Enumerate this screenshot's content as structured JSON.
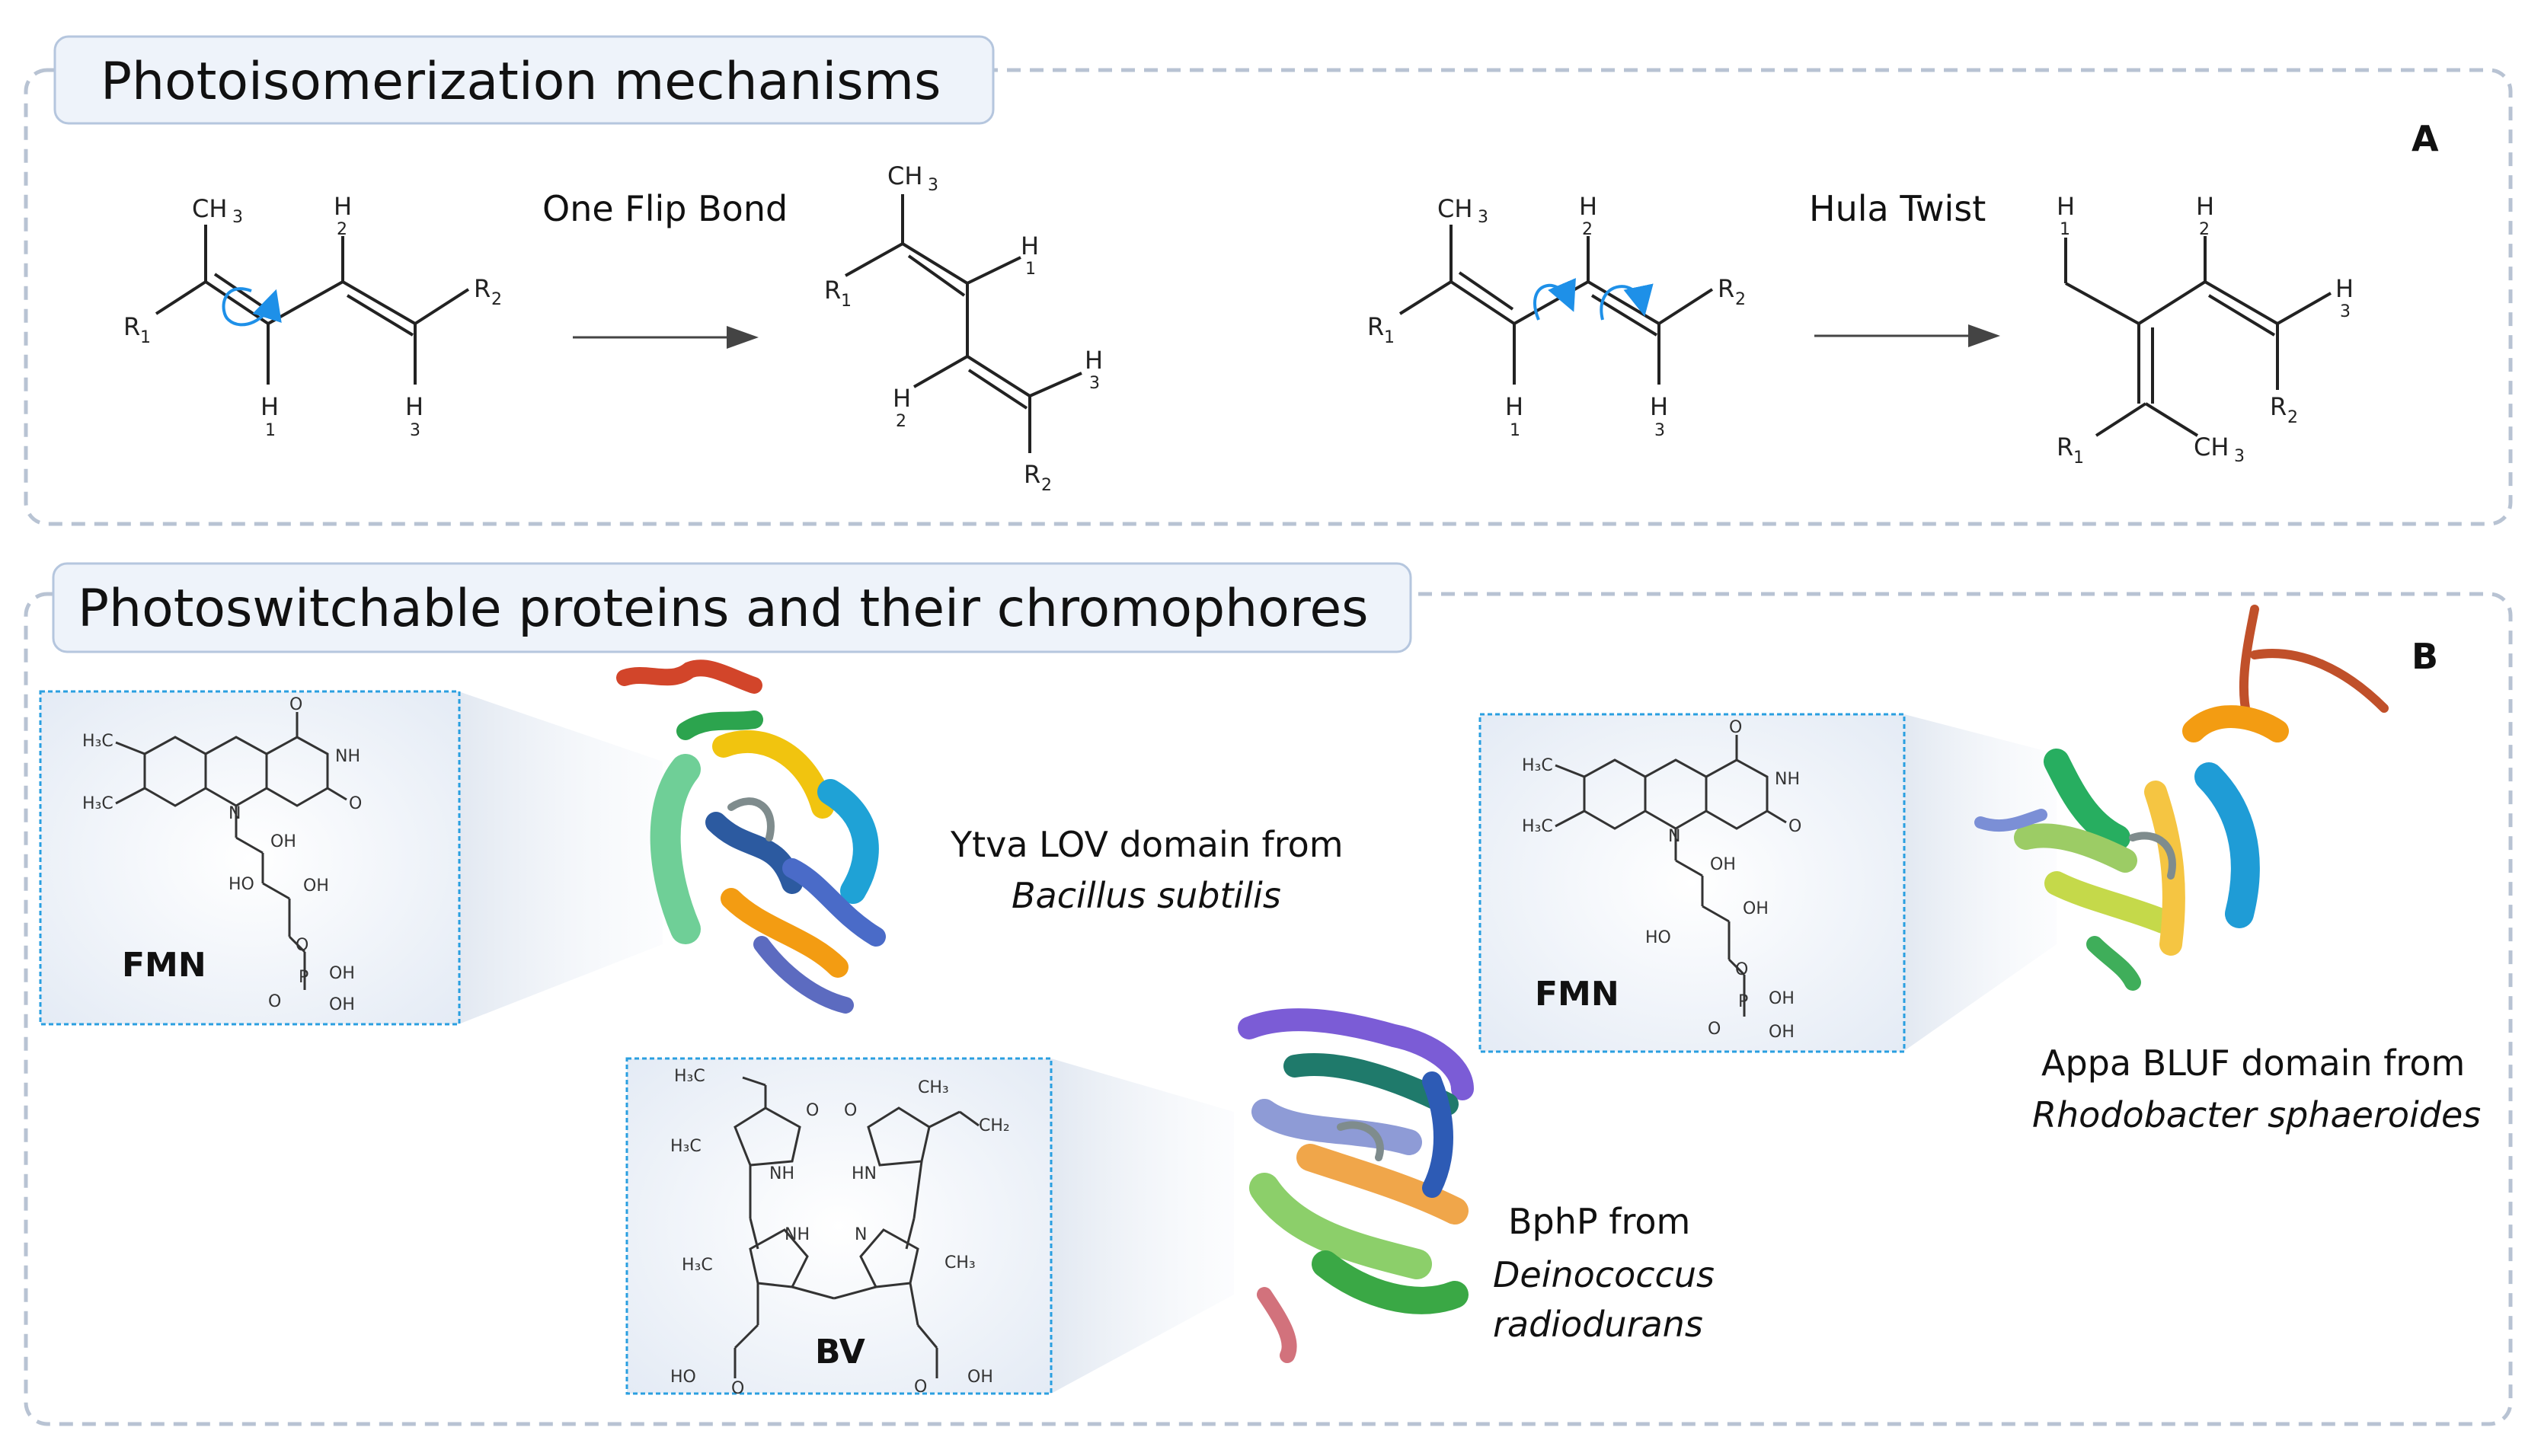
{
  "panel_a": {
    "title": "Photoisomerization mechanisms",
    "letter": "A",
    "mechanisms": [
      {
        "label": "One Flip Bond"
      },
      {
        "label": "Hula Twist"
      }
    ],
    "atoms": {
      "ch3": "CH",
      "ch3_sub": "3",
      "r": "R",
      "h": "H",
      "sub1": "1",
      "sub2": "2",
      "sub3": "3"
    }
  },
  "panel_b": {
    "title": "Photoswitchable proteins and their chromophores",
    "letter": "B",
    "chromophores": [
      {
        "name": "FMN"
      },
      {
        "name": "BV"
      },
      {
        "name": "FMN"
      }
    ],
    "proteins": [
      {
        "line1": "Ytva LOV domain from",
        "line2": "Bacillus subtilis"
      },
      {
        "line1": "BphP from",
        "line2": "Deinococcus",
        "line3": "radiodurans"
      },
      {
        "line1": "Appa BLUF domain from",
        "line2": "Rhodobacter sphaeroides"
      }
    ],
    "structure_text": {
      "h3c": "H₃C",
      "ch3": "CH₃",
      "ch2": "CH₂",
      "o": "O",
      "nh": "NH",
      "hn": "HN",
      "n": "N",
      "oh": "OH",
      "ho": "HO",
      "p": "P"
    }
  },
  "colors": {
    "panel_border": "#b8c3d3",
    "title_fill": "#eef3fa",
    "title_border": "#b5c6de",
    "arrow_blue": "#1e90e8",
    "box_border": "#2a9fe0",
    "box_fill": "#eef3f9"
  }
}
